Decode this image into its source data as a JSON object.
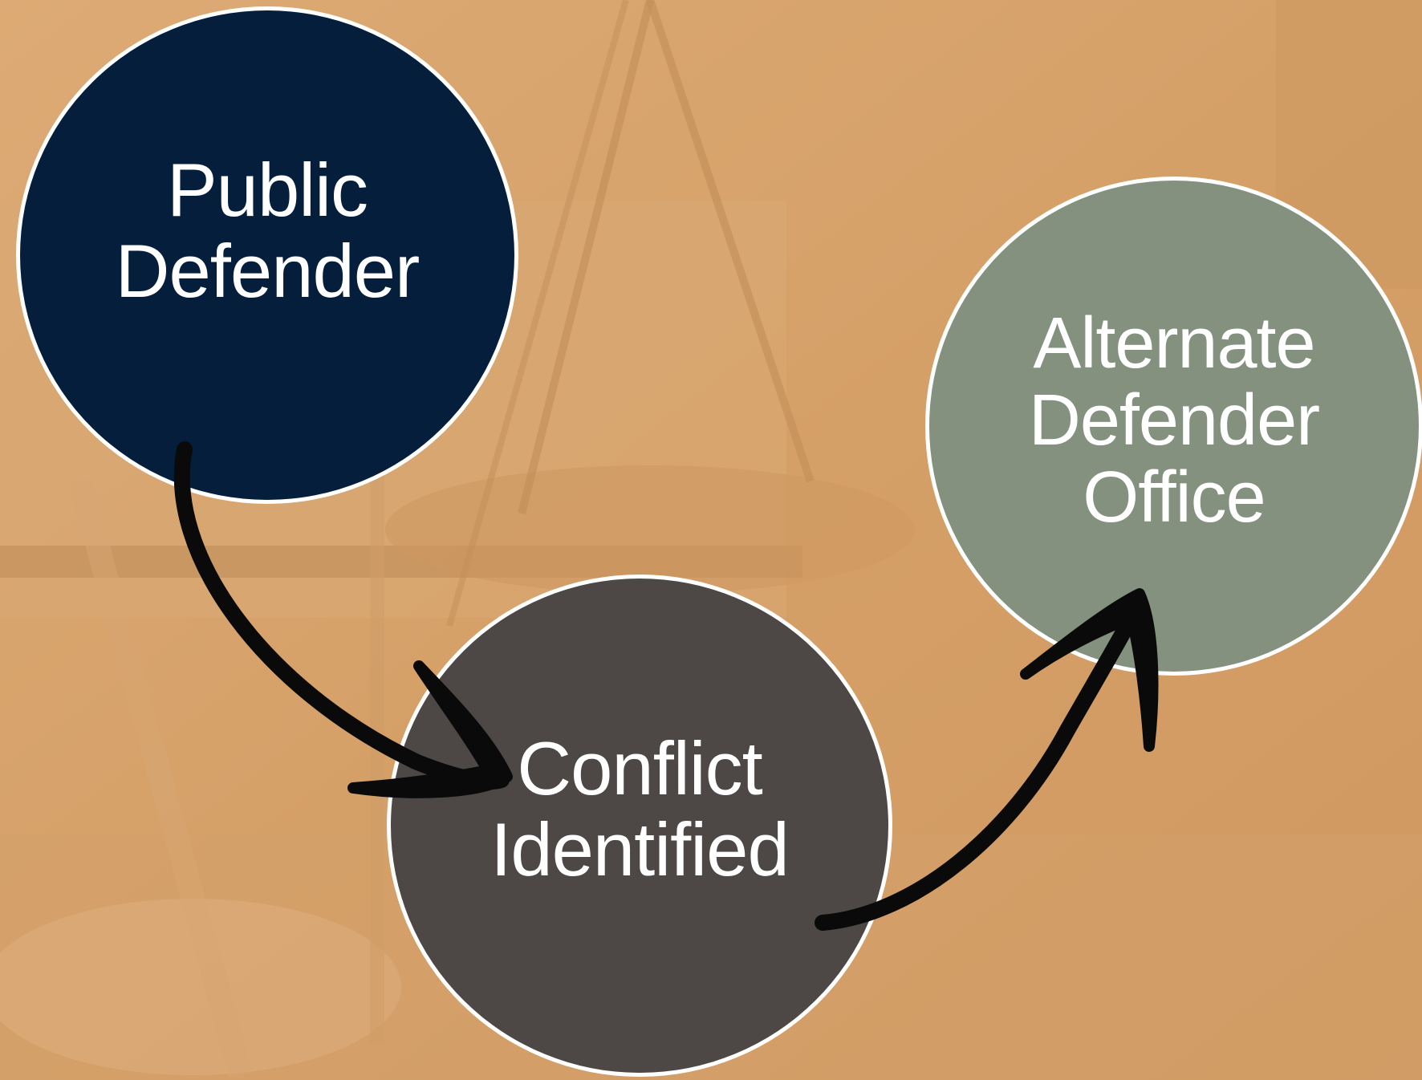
{
  "colors": {
    "background": "#d8a46e",
    "public_defender_fill": "#041e3c",
    "conflict_fill": "#4d4846",
    "alternate_fill": "#84917f",
    "node_border": "#ffffff",
    "arrow": "#0a0a0a",
    "text": "#ffffff"
  },
  "nodes": {
    "public_defender": {
      "line1": "Public",
      "line2": "Defender"
    },
    "conflict_identified": {
      "line1": "Conflict",
      "line2": "Identified"
    },
    "alternate_defender": {
      "line1": "Alternate",
      "line2": "Defender",
      "line3": "Office"
    }
  },
  "edges": [
    {
      "from": "public_defender",
      "to": "conflict_identified"
    },
    {
      "from": "conflict_identified",
      "to": "alternate_defender"
    }
  ]
}
